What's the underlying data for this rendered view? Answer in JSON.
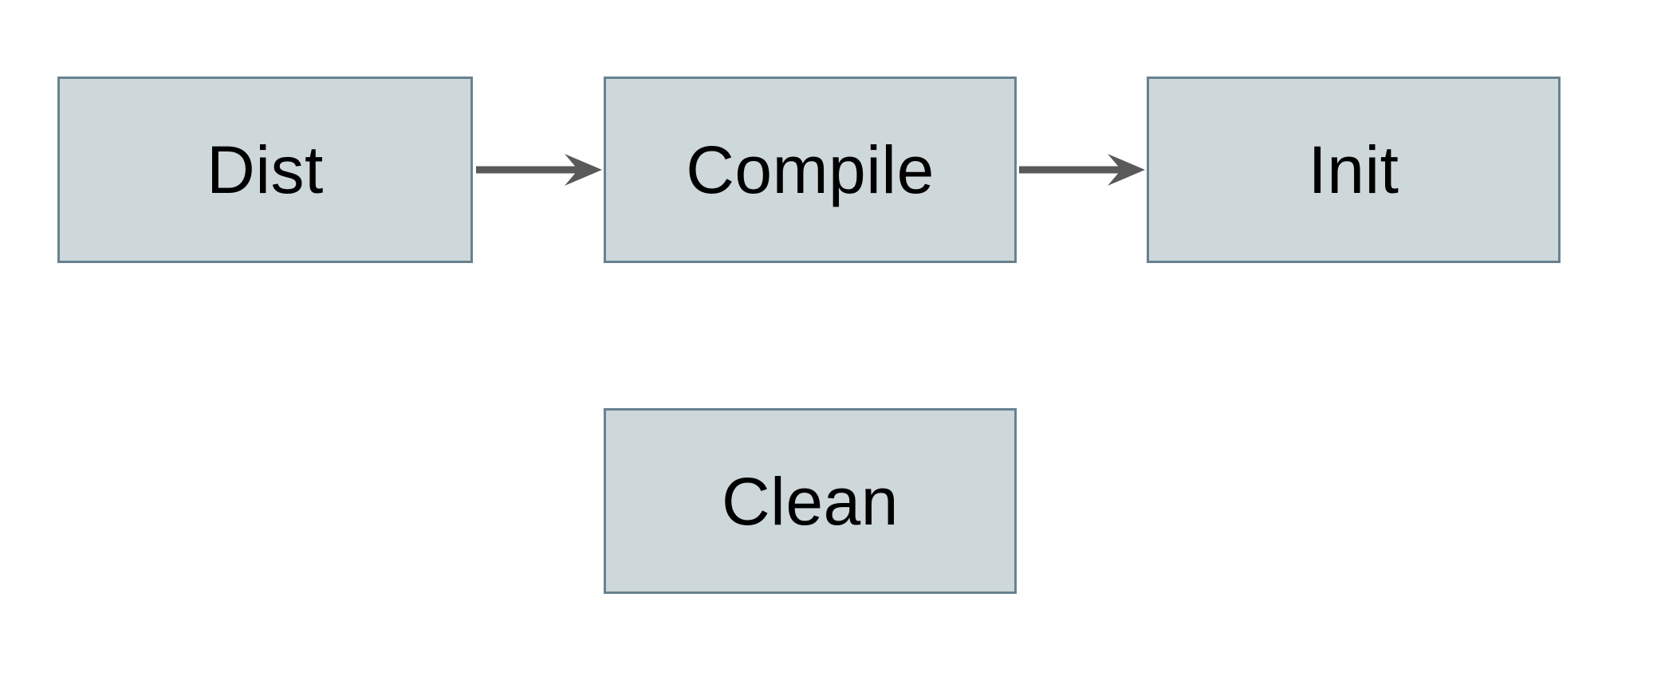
{
  "diagram": {
    "colors": {
      "background": "#ffffff",
      "node_fill": "#ced7da",
      "node_border": "#67828f",
      "arrow": "#595959",
      "text": "#000000"
    },
    "nodes": [
      {
        "id": "dist",
        "label": "Dist"
      },
      {
        "id": "compile",
        "label": "Compile"
      },
      {
        "id": "init",
        "label": "Init"
      },
      {
        "id": "clean",
        "label": "Clean"
      }
    ],
    "edges": [
      {
        "from": "Dist",
        "to": "Compile"
      },
      {
        "from": "Compile",
        "to": "Init"
      }
    ]
  }
}
